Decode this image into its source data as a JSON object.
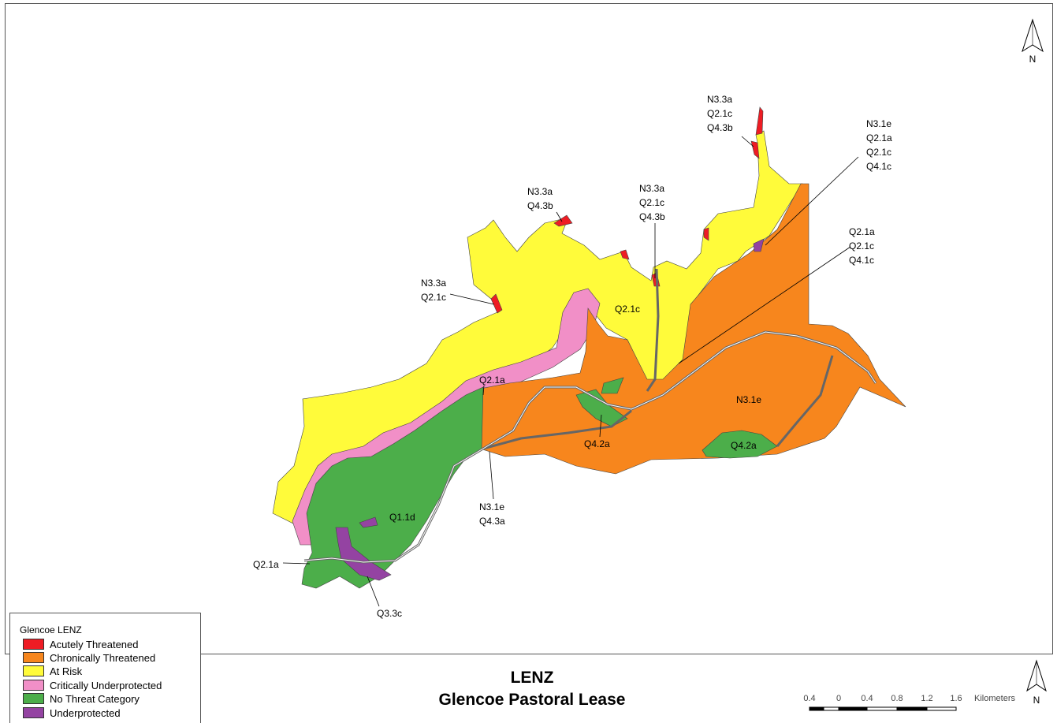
{
  "title": {
    "line1": "LENZ",
    "line2": "Glencoe Pastoral Lease"
  },
  "north_arrow": {
    "label": "N"
  },
  "legend": {
    "title": "Glencoe LENZ",
    "items": [
      {
        "label": "Acutely Threatened",
        "color": "#ee1c24"
      },
      {
        "label": "Chronically Threatened",
        "color": "#f7861d"
      },
      {
        "label": "At Risk",
        "color": "#fffb3a"
      },
      {
        "label": "Critically Underprotected",
        "color": "#f18fc7"
      },
      {
        "label": "No Threat Category",
        "color": "#4cae4a"
      },
      {
        "label": "Underprotected",
        "color": "#9443a2"
      }
    ]
  },
  "scale_bar": {
    "ticks": [
      "0.4",
      "0",
      "0.4",
      "0.8",
      "1.2",
      "1.6"
    ],
    "unit": "Kilometers"
  },
  "map_labels": [
    {
      "id": "n33a-q21c-q43b-top",
      "lines": [
        "N3.3a",
        "Q2.1c",
        "Q4.3b"
      ]
    },
    {
      "id": "n31e-q21a-q21c-q41c",
      "lines": [
        "N3.1e",
        "Q2.1a",
        "Q2.1c",
        "Q4.1c"
      ]
    },
    {
      "id": "n33a-q43b",
      "lines": [
        "N3.3a",
        "Q4.3b"
      ]
    },
    {
      "id": "n33a-q21c-q43b-mid",
      "lines": [
        "N3.3a",
        "Q2.1c",
        "Q4.3b"
      ]
    },
    {
      "id": "q21a-q21c-q41c",
      "lines": [
        "Q2.1a",
        "Q2.1c",
        "Q4.1c"
      ]
    },
    {
      "id": "n33a-q21c",
      "lines": [
        "N3.3a",
        "Q2.1c"
      ]
    },
    {
      "id": "q21c-zone",
      "lines": [
        "Q2.1c"
      ]
    },
    {
      "id": "q21a-zone",
      "lines": [
        "Q2.1a"
      ]
    },
    {
      "id": "n31e-zone",
      "lines": [
        "N3.1e"
      ]
    },
    {
      "id": "q42a-west",
      "lines": [
        "Q4.2a"
      ]
    },
    {
      "id": "q42a-east",
      "lines": [
        "Q4.2a"
      ]
    },
    {
      "id": "n31e-q43a",
      "lines": [
        "N3.1e",
        "Q4.3a"
      ]
    },
    {
      "id": "q11d-zone",
      "lines": [
        "Q1.1d"
      ]
    },
    {
      "id": "q21a-south",
      "lines": [
        "Q2.1a"
      ]
    },
    {
      "id": "q33c",
      "lines": [
        "Q3.3c"
      ]
    }
  ]
}
